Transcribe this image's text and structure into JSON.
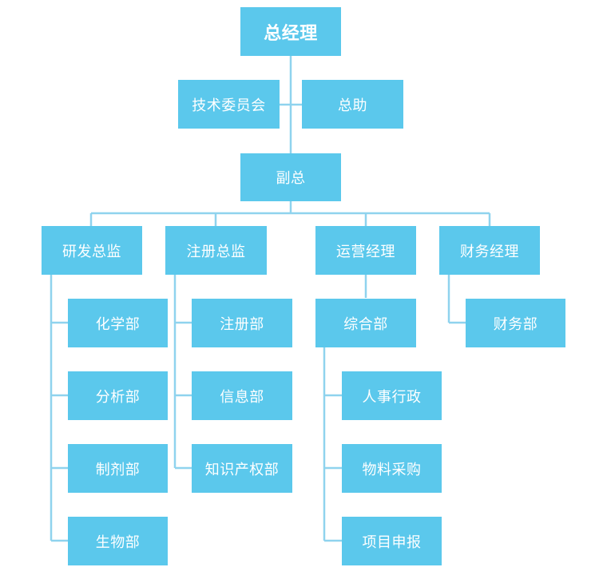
{
  "org": {
    "ceo": "总经理",
    "tech_committee": "技术委员会",
    "assistant": "总助",
    "vp": "副总",
    "rd_director": "研发总监",
    "reg_director": "注册总监",
    "ops_manager": "运营经理",
    "fin_manager": "财务经理",
    "rd_depts": [
      "化学部",
      "分析部",
      "制剂部",
      "生物部"
    ],
    "reg_depts": [
      "注册部",
      "信息部",
      "知识产权部"
    ],
    "general_dept": "综合部",
    "general_subdepts": [
      "人事行政",
      "物料采购",
      "项目申报"
    ],
    "fin_dept": "财务部"
  },
  "colors": {
    "box_fill": "#5bc8ec",
    "box_text": "#ffffff",
    "connector": "#8fd3ee"
  }
}
